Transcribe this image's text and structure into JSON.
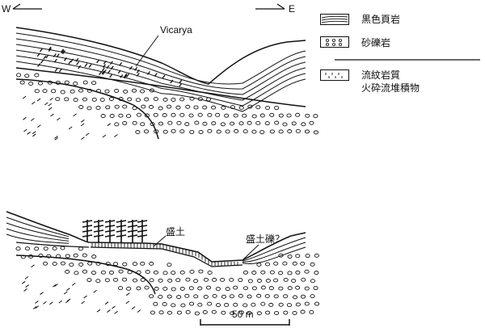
{
  "compass": {
    "west": "W",
    "east": "E"
  },
  "upper_section": {
    "fossil_label": "Vicarya"
  },
  "lower_section": {
    "fill_label": "盛土",
    "fill_gravel_label": "盛土礫？"
  },
  "scale": {
    "label": "50 m"
  },
  "legend": {
    "items": [
      {
        "key": "black-shale",
        "label": "黒色頁岩"
      },
      {
        "key": "sandy-conglomerate",
        "label": "砂礫岩"
      },
      {
        "key": "rhyolitic-pyroclastic",
        "label_line1": "流紋岩質",
        "label_line2": "火砕流堆積物"
      }
    ]
  }
}
